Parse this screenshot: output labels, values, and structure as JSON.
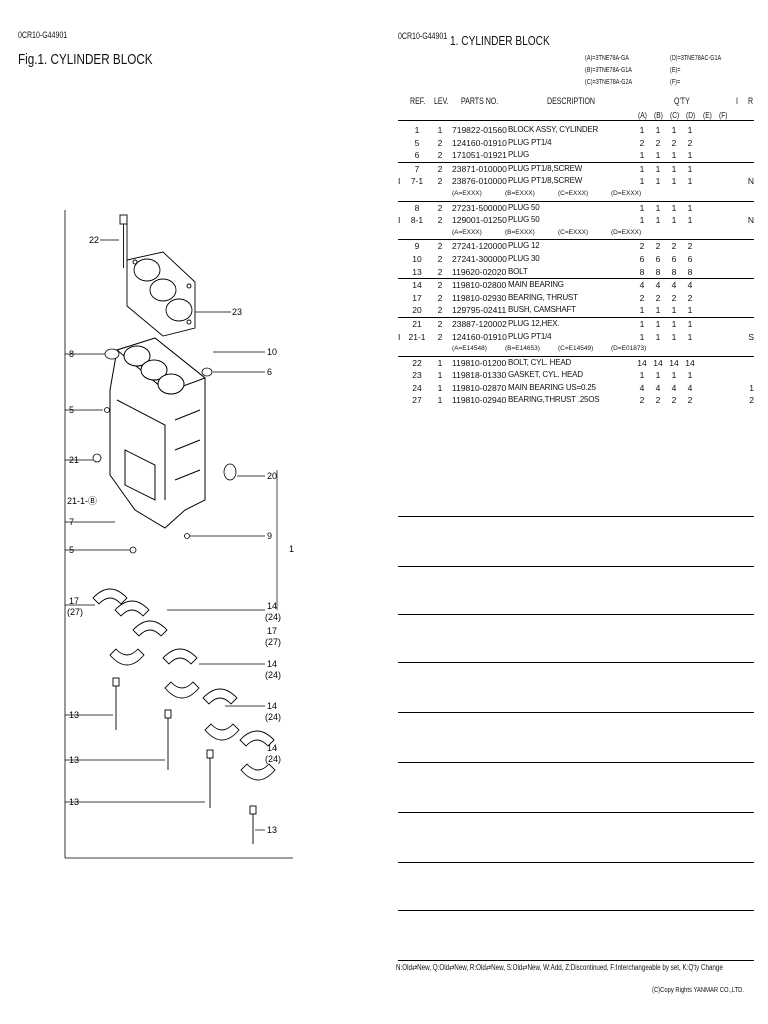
{
  "left_page": {
    "code": "0CR10-G44901",
    "title": "Fig.1.  CYLINDER BLOCK"
  },
  "diagram": {
    "callouts": [
      "22",
      "23",
      "8",
      "10",
      "6",
      "5",
      "21",
      "21-1-Ⓑ",
      "20",
      "7",
      "5",
      "9",
      "1",
      "17",
      "(27)",
      "14",
      "(24)",
      "17",
      "(27)",
      "14",
      "(24)",
      "13",
      "14",
      "(24)",
      "13",
      "14",
      "(24)",
      "13",
      "13"
    ]
  },
  "right_page": {
    "code": "0CR10-G44901",
    "title": "1.  CYLINDER BLOCK",
    "variants": {
      "a": "(A)=3TNE78A-GA",
      "b": "(B)=3TNE78A-G1A",
      "c": "(C)=3TNE78A-G2A",
      "d": "(D)=3TNE78AC-G1A",
      "e": "(E)=",
      "f": "(F)="
    },
    "headers": {
      "ref": "REF.",
      "lev": "LEV.",
      "parts_no": "PARTS NO.",
      "description": "DESCRIPTION",
      "qty": "Q'TY",
      "i": "I",
      "r": "R",
      "col_a": "(A)",
      "col_b": "(B)",
      "col_c": "(C)",
      "col_d": "(D)",
      "col_e": "(E)",
      "col_f": "(F)"
    },
    "rows": [
      {
        "i": "",
        "ref": "1",
        "lev": "1",
        "part": "719822-01560",
        "desc": "BLOCK ASSY, CYLINDER",
        "a": "1",
        "b": "1",
        "c": "1",
        "d": "1",
        "e": "",
        "f": "",
        "r": ""
      },
      {
        "i": "",
        "ref": "5",
        "lev": "2",
        "part": "124160-01910",
        "desc": "PLUG PT1/4",
        "a": "2",
        "b": "2",
        "c": "2",
        "d": "2",
        "e": "",
        "f": "",
        "r": ""
      },
      {
        "i": "",
        "ref": "6",
        "lev": "2",
        "part": "171051-01921",
        "desc": "PLUG",
        "a": "1",
        "b": "1",
        "c": "1",
        "d": "1",
        "e": "",
        "f": "",
        "r": ""
      },
      {
        "i": "",
        "ref": "7",
        "lev": "2",
        "part": "23871-010000",
        "desc": "PLUG PT1/8,SCREW",
        "a": "1",
        "b": "1",
        "c": "1",
        "d": "1",
        "e": "",
        "f": "",
        "r": ""
      },
      {
        "i": "I",
        "ref": "7-1",
        "lev": "2",
        "part": "23876-010000",
        "desc": "PLUG PT1/8,SCREW",
        "a": "1",
        "b": "1",
        "c": "1",
        "d": "1",
        "e": "",
        "f": "",
        "r": "N"
      },
      {
        "i": "",
        "ref": "8",
        "lev": "2",
        "part": "27231-500000",
        "desc": "PLUG 50",
        "a": "1",
        "b": "1",
        "c": "1",
        "d": "1",
        "e": "",
        "f": "",
        "r": ""
      },
      {
        "i": "I",
        "ref": "8-1",
        "lev": "2",
        "part": "129001-01250",
        "desc": "PLUG 50",
        "a": "1",
        "b": "1",
        "c": "1",
        "d": "1",
        "e": "",
        "f": "",
        "r": "N"
      },
      {
        "i": "",
        "ref": "9",
        "lev": "2",
        "part": "27241-120000",
        "desc": "PLUG 12",
        "a": "2",
        "b": "2",
        "c": "2",
        "d": "2",
        "e": "",
        "f": "",
        "r": ""
      },
      {
        "i": "",
        "ref": "10",
        "lev": "2",
        "part": "27241-300000",
        "desc": "PLUG 30",
        "a": "6",
        "b": "6",
        "c": "6",
        "d": "6",
        "e": "",
        "f": "",
        "r": ""
      },
      {
        "i": "",
        "ref": "13",
        "lev": "2",
        "part": "119620-02020",
        "desc": "BOLT",
        "a": "8",
        "b": "8",
        "c": "8",
        "d": "8",
        "e": "",
        "f": "",
        "r": ""
      },
      {
        "i": "",
        "ref": "14",
        "lev": "2",
        "part": "119810-02800",
        "desc": "MAIN BEARING",
        "a": "4",
        "b": "4",
        "c": "4",
        "d": "4",
        "e": "",
        "f": "",
        "r": ""
      },
      {
        "i": "",
        "ref": "17",
        "lev": "2",
        "part": "119810-02930",
        "desc": "BEARING, THRUST",
        "a": "2",
        "b": "2",
        "c": "2",
        "d": "2",
        "e": "",
        "f": "",
        "r": ""
      },
      {
        "i": "",
        "ref": "20",
        "lev": "2",
        "part": "129795-02411",
        "desc": "BUSH, CAMSHAFT",
        "a": "1",
        "b": "1",
        "c": "1",
        "d": "1",
        "e": "",
        "f": "",
        "r": ""
      },
      {
        "i": "",
        "ref": "21",
        "lev": "2",
        "part": "23887-120002",
        "desc": "PLUG 12,HEX.",
        "a": "1",
        "b": "1",
        "c": "1",
        "d": "1",
        "e": "",
        "f": "",
        "r": ""
      },
      {
        "i": "I",
        "ref": "21-1",
        "lev": "2",
        "part": "124160-01910",
        "desc": "PLUG PT1/4",
        "a": "1",
        "b": "1",
        "c": "1",
        "d": "1",
        "e": "",
        "f": "",
        "r": "S"
      },
      {
        "i": "",
        "ref": "22",
        "lev": "1",
        "part": "119810-01200",
        "desc": "BOLT, CYL. HEAD",
        "a": "14",
        "b": "14",
        "c": "14",
        "d": "14",
        "e": "",
        "f": "",
        "r": ""
      },
      {
        "i": "",
        "ref": "23",
        "lev": "1",
        "part": "119818-01330",
        "desc": "GASKET, CYL. HEAD",
        "a": "1",
        "b": "1",
        "c": "1",
        "d": "1",
        "e": "",
        "f": "",
        "r": ""
      },
      {
        "i": "",
        "ref": "24",
        "lev": "1",
        "part": "119810-02870",
        "desc": "MAIN BEARING US=0.25",
        "a": "4",
        "b": "4",
        "c": "4",
        "d": "4",
        "e": "",
        "f": "",
        "r": "1"
      },
      {
        "i": "",
        "ref": "27",
        "lev": "1",
        "part": "119810-02940",
        "desc": "BEARING,THRUST .25OS",
        "a": "2",
        "b": "2",
        "c": "2",
        "d": "2",
        "e": "",
        "f": "",
        "r": "2"
      }
    ],
    "engine_codes": {
      "after_7_1": [
        "(A=EXXX)",
        "(B=EXXX)",
        "(C=EXXX)",
        "(D=EXXX)"
      ],
      "after_8_1": [
        "(A=EXXX)",
        "(B=EXXX)",
        "(C=EXXX)",
        "(D=EXXX)"
      ],
      "after_21_1": [
        "(A=E14548)",
        "(B=E14653)",
        "(C=E14549)",
        "(D=E01873)"
      ]
    },
    "footer": "N:Old⇄New, Q:Old⇄New, R:Old⇄New, S:Old⇄New, W:Add, Z:Discontinued, F:Interchangeable by set, K:Q'ty Change",
    "copyright": "(C)Copy Rights YANMAR CO.,LTD."
  }
}
